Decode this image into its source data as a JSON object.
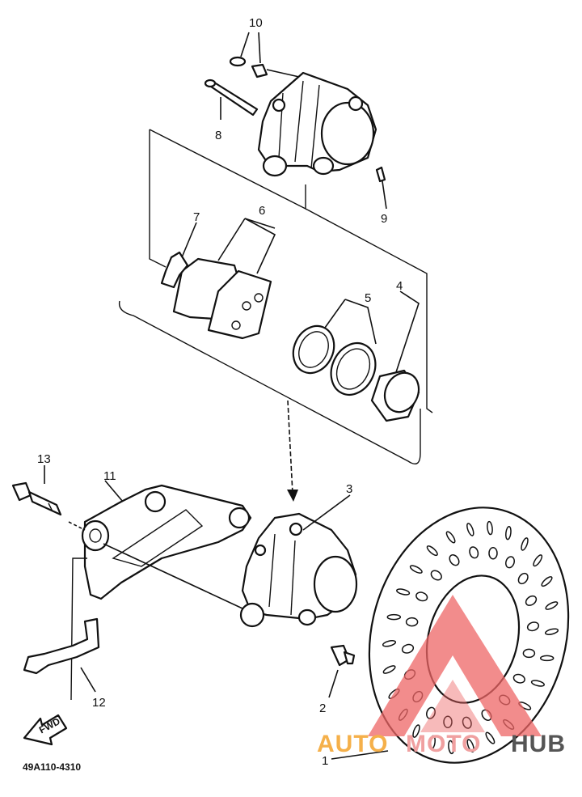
{
  "callouts": {
    "c1": "1",
    "c2": "2",
    "c3": "3",
    "c4": "4",
    "c5": "5",
    "c6": "6",
    "c7": "7",
    "c8": "8",
    "c9": "9",
    "c10": "10",
    "c11": "11",
    "c12": "12",
    "c13": "13"
  },
  "fwd_label": "FWD",
  "diagram_code": "49A110-4310",
  "watermark": {
    "auto": "AUTO",
    "moto": "MOTO",
    "hub": "HUB",
    "color_auto": "#f5b04a",
    "color_moto": "#f0a0a0",
    "color_hub": "#555555",
    "triangle_color": "#ee6666"
  }
}
